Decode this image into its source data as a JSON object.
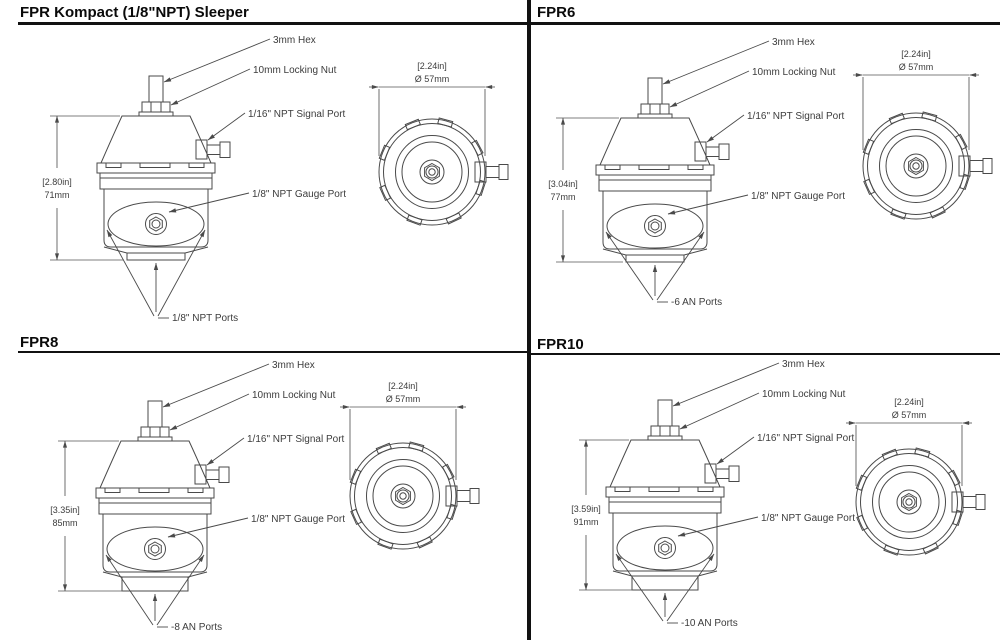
{
  "page": {
    "background": "#ffffff",
    "colors": {
      "line": "#4a4a4a",
      "label_text": "#3c3c3c",
      "title_text": "#0a0a0a",
      "divider": "#111111"
    }
  },
  "quadrants": [
    {
      "id": "fpr-kompact-sleeper",
      "title": "FPR Kompact (1/8\"NPT) Sleeper",
      "callouts": {
        "hex": "3mm Hex",
        "locking_nut": "10mm Locking Nut",
        "signal_port": "1/16\" NPT Signal Port",
        "gauge_port": "1/8\" NPT Gauge Port",
        "bottom_ports": "1/8\" NPT Ports"
      },
      "height_dim": {
        "inches": "[2.80in]",
        "mm": "71mm"
      },
      "diameter_dim": {
        "inches": "[2.24in]",
        "mm": "Ø 57mm"
      }
    },
    {
      "id": "fpr6",
      "title": "FPR6",
      "callouts": {
        "hex": "3mm Hex",
        "locking_nut": "10mm Locking Nut",
        "signal_port": "1/16\" NPT Signal Port",
        "gauge_port": "1/8\" NPT Gauge Port",
        "bottom_ports": "-6 AN Ports"
      },
      "height_dim": {
        "inches": "[3.04in]",
        "mm": "77mm"
      },
      "diameter_dim": {
        "inches": "[2.24in]",
        "mm": "Ø 57mm"
      }
    },
    {
      "id": "fpr8",
      "title": "FPR8",
      "callouts": {
        "hex": "3mm Hex",
        "locking_nut": "10mm Locking Nut",
        "signal_port": "1/16\" NPT Signal Port",
        "gauge_port": "1/8\" NPT Gauge Port",
        "bottom_ports": "-8 AN Ports"
      },
      "height_dim": {
        "inches": "[3.35in]",
        "mm": "85mm"
      },
      "diameter_dim": {
        "inches": "[2.24in]",
        "mm": "Ø 57mm"
      }
    },
    {
      "id": "fpr10",
      "title": "FPR10",
      "callouts": {
        "hex": "3mm Hex",
        "locking_nut": "10mm Locking Nut",
        "signal_port": "1/16\" NPT Signal Port",
        "gauge_port": "1/8\" NPT Gauge Port",
        "bottom_ports": "-10 AN Ports"
      },
      "height_dim": {
        "inches": "[3.59in]",
        "mm": "91mm"
      },
      "diameter_dim": {
        "inches": "[2.24in]",
        "mm": "Ø 57mm"
      }
    }
  ]
}
